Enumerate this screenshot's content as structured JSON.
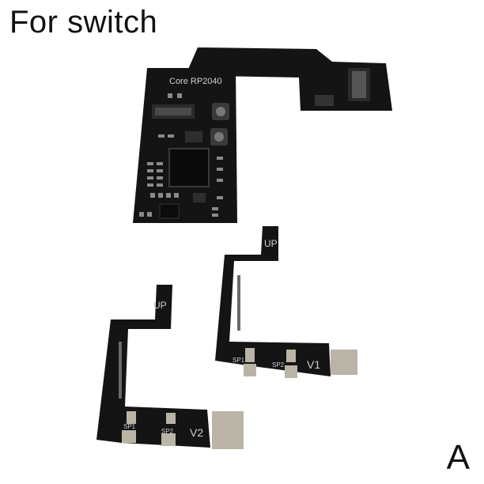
{
  "heading": "For switch",
  "variant_letter": "A",
  "main_board": {
    "label": "Core RP2040"
  },
  "flex_v1": {
    "up_label": "UP",
    "pad1_label": "SP1",
    "pad2_label": "SP2",
    "version_label": "V1"
  },
  "flex_v2": {
    "up_label": "UP",
    "pad1_label": "SP1",
    "pad2_label": "SP2",
    "version_label": "V2"
  },
  "colors": {
    "pcb": "#141414",
    "silkscreen": "#cfcfcf",
    "gold_pad": "#b9b4a6"
  }
}
